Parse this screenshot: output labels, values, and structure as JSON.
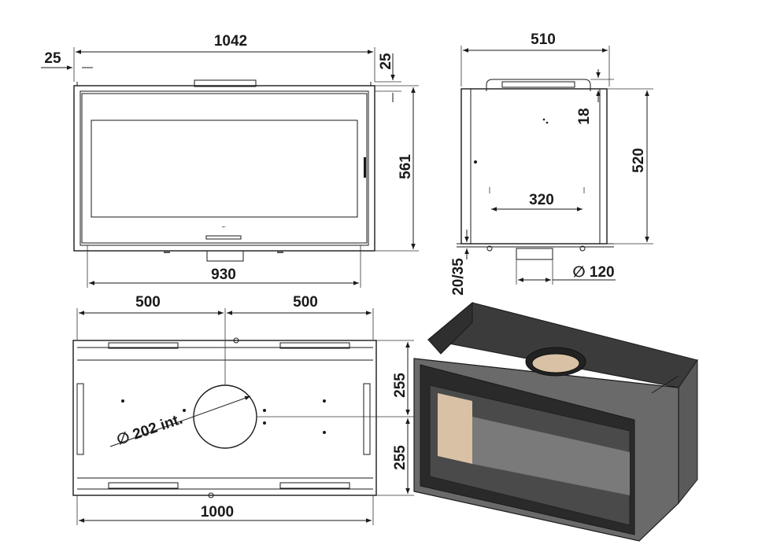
{
  "front_view": {
    "width_overall": "1042",
    "offset_left": "25",
    "offset_top": "25",
    "height_overall": "561",
    "width_bottom": "930"
  },
  "side_view": {
    "depth": "510",
    "top_step": "18",
    "height": "520",
    "spacing": "320",
    "bottom_offset": "20/35",
    "flue_diameter": "∅ 120"
  },
  "top_view": {
    "half_left": "500",
    "half_right": "500",
    "depth_top": "255",
    "depth_bottom": "255",
    "outlet_diameter": "∅ 202 int.",
    "width_total": "1000"
  },
  "colors": {
    "ink": "#1a1a1a",
    "steel_dark": "#3b3b3b",
    "steel_mid": "#5a5a5a",
    "glass": "#4a4a4a",
    "brick": "#d9c1a5"
  }
}
